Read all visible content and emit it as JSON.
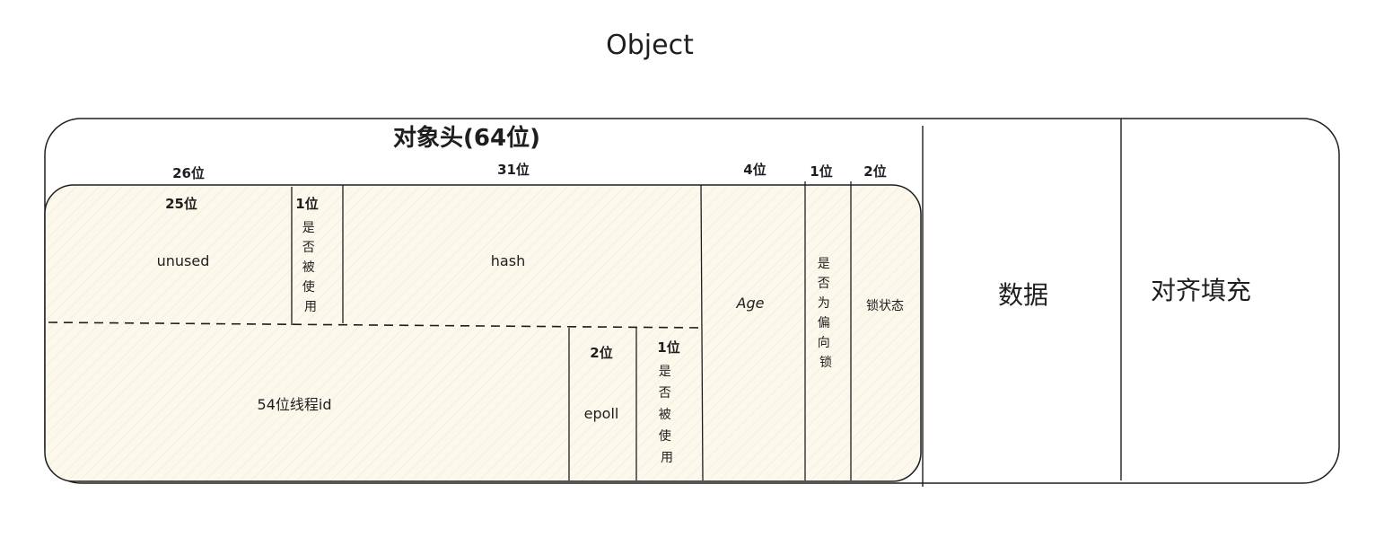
{
  "title": "Object",
  "header": {
    "title": "对象头(64位)",
    "bit_labels": {
      "unused_group": "26位",
      "hash_group": "31位",
      "age": "4位",
      "biased": "1位",
      "lock": "2位"
    }
  },
  "row1": {
    "unused_bits": "25位",
    "unused_label": "unused",
    "used_bits": "1位",
    "used_label": [
      "是",
      "否",
      "被",
      "使",
      "用"
    ],
    "hash_label": "hash"
  },
  "row2": {
    "thread_label": "54位线程id",
    "epoll_bits": "2位",
    "epoll_label": "epoll",
    "used_bits": "1位",
    "used_label": [
      "是",
      "否",
      "被",
      "使",
      "用"
    ]
  },
  "shared": {
    "age_label": "Age",
    "biased_label": [
      "是",
      "否",
      "为",
      "偏",
      "向",
      "锁"
    ],
    "lock_label": "锁状态"
  },
  "data_label": "数据",
  "padding_label": "对齐填充",
  "colors": {
    "stroke": "#1e1e1e",
    "fill": "#fcf9ec",
    "hatch": "#e9e4cf",
    "background": "#ffffff"
  }
}
